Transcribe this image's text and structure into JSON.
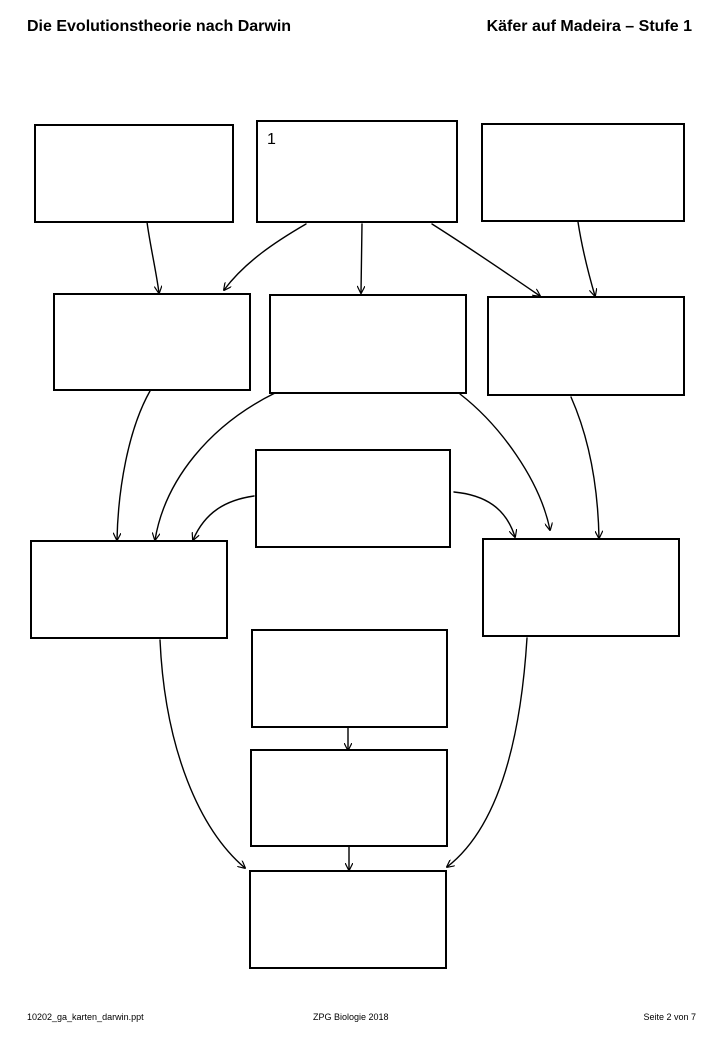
{
  "header": {
    "title": "Die Evolutionstheorie nach Darwin",
    "subtitle": "Käfer auf Madeira – Stufe 1"
  },
  "diagram": {
    "first_box_number": "1"
  },
  "footer": {
    "filename": "10202_ga_karten_darwin.ppt",
    "source": "ZPG Biologie 2018",
    "page": "Seite 2 von 7"
  }
}
